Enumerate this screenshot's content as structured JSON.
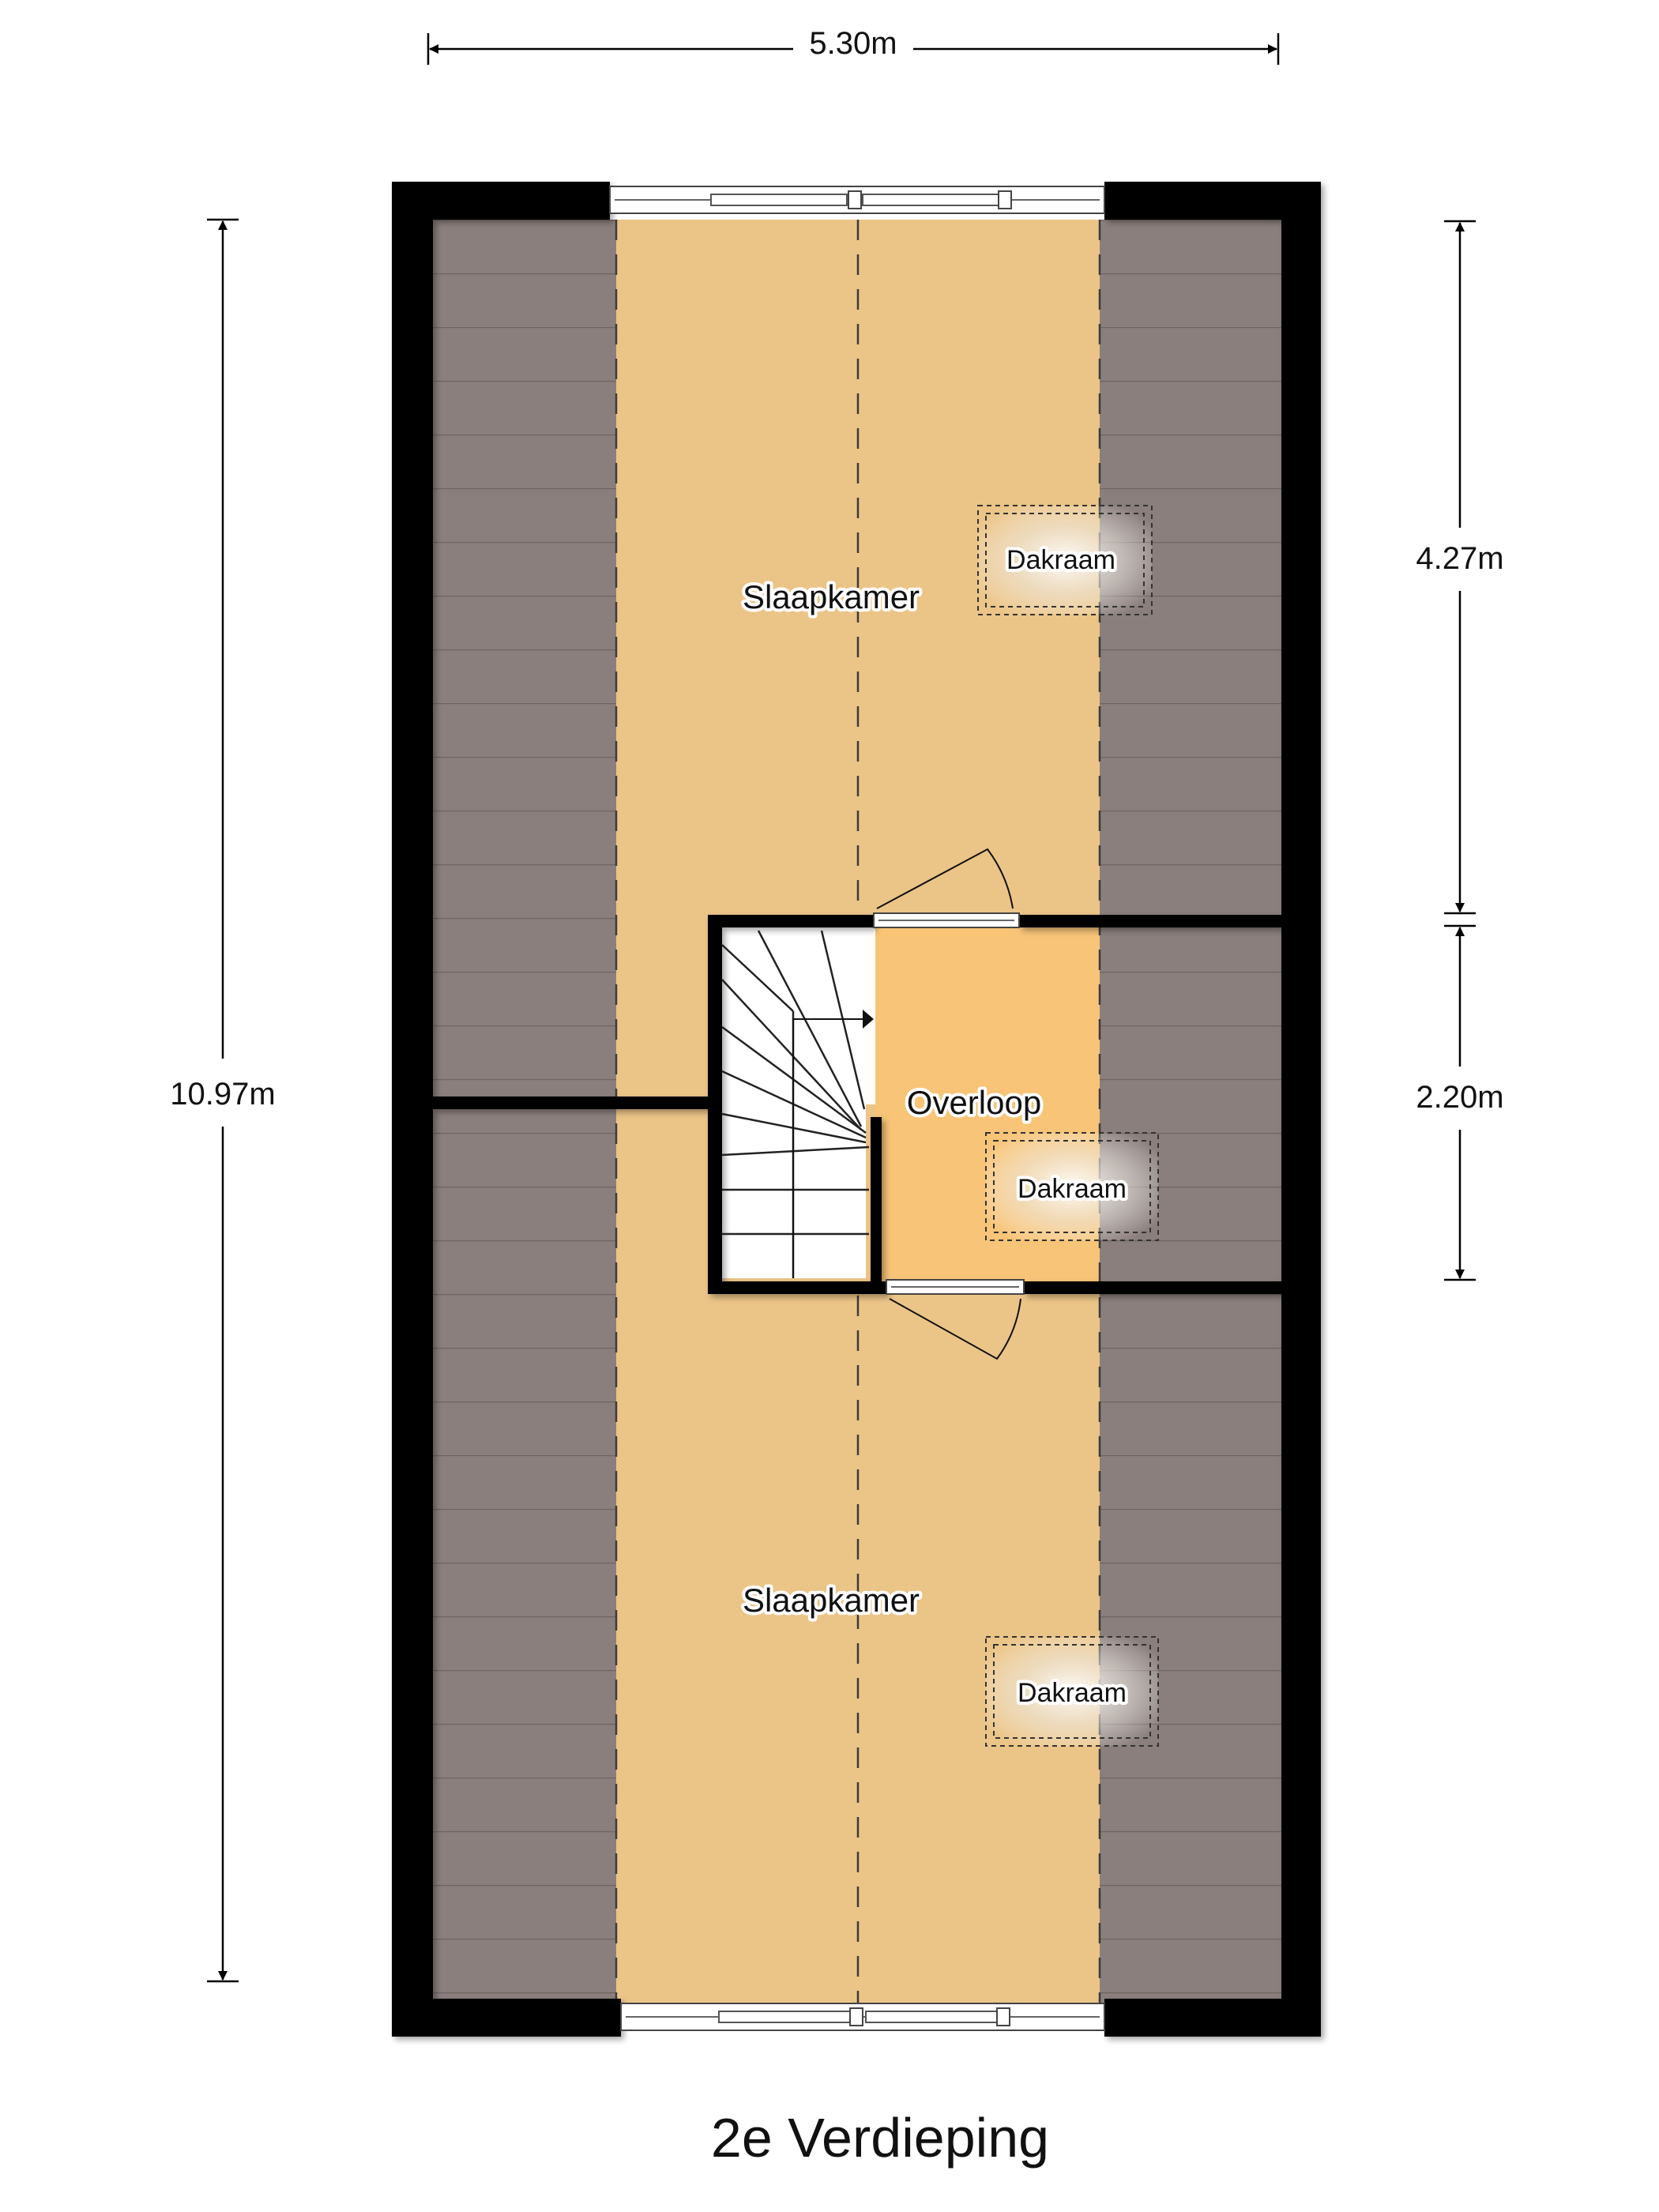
{
  "title": "2e Verdieping",
  "dimensions": {
    "width_top": "5.30m",
    "height_left": "10.97m",
    "right_upper": "4.27m",
    "right_lower": "2.20m"
  },
  "rooms": {
    "bedroom_top": "Slaapkamer",
    "bedroom_bottom": "Slaapkamer",
    "landing": "Overloop"
  },
  "skylights": {
    "top": "Dakraam",
    "middle": "Dakraam",
    "bottom": "Dakraam"
  },
  "colors": {
    "wall": "#050505",
    "sloped_roof": "#8b7f7d",
    "bedroom_floor": "#ebc487",
    "landing_floor": "#f7c478",
    "background": "#ffffff"
  }
}
